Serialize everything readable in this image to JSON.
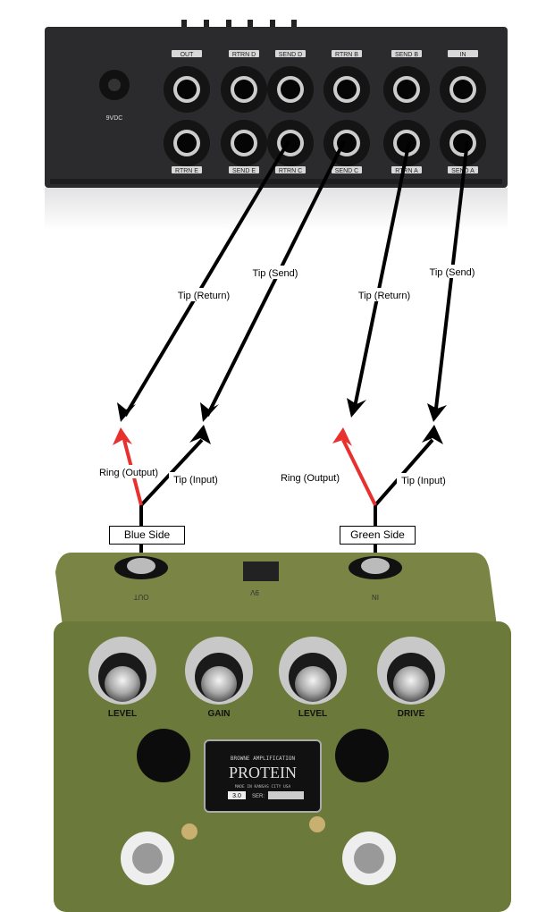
{
  "switcher": {
    "power_label": "9VDC",
    "top_row": [
      "OUT",
      "RTRN D",
      "SEND D",
      "RTRN B",
      "SEND B",
      "IN"
    ],
    "bottom_row": [
      "RTRN E",
      "SEND E",
      "RTRN C",
      "SEND C",
      "RTRN A",
      "SEND A"
    ]
  },
  "connections": {
    "blue_tip_return": "Tip (Return)",
    "blue_tip_send": "Tip (Send)",
    "green_tip_return": "Tip (Return)",
    "green_tip_send": "Tip (Send)",
    "blue_ring_output": "Ring (Output)",
    "blue_tip_input": "Tip (Input)",
    "green_ring_output": "Ring (Output)",
    "green_tip_input": "Tip (Input)"
  },
  "sides": {
    "blue": "Blue Side",
    "green": "Green Side"
  },
  "pedal": {
    "jack_out": "OUT",
    "jack_in": "IN",
    "power": "9V",
    "knobs": [
      "LEVEL",
      "GAIN",
      "LEVEL",
      "DRIVE"
    ],
    "brand": "BROWNE AMPLIFICATION",
    "model": "PROTEIN",
    "made_in": "MADE IN KANSAS CITY USA",
    "version": "3.0",
    "serial_label": "SER:"
  },
  "colors": {
    "arrow": "#000000",
    "ring": "#e8302e",
    "pedal": "#6b7a3a",
    "switcher": "#2a2a2c"
  }
}
